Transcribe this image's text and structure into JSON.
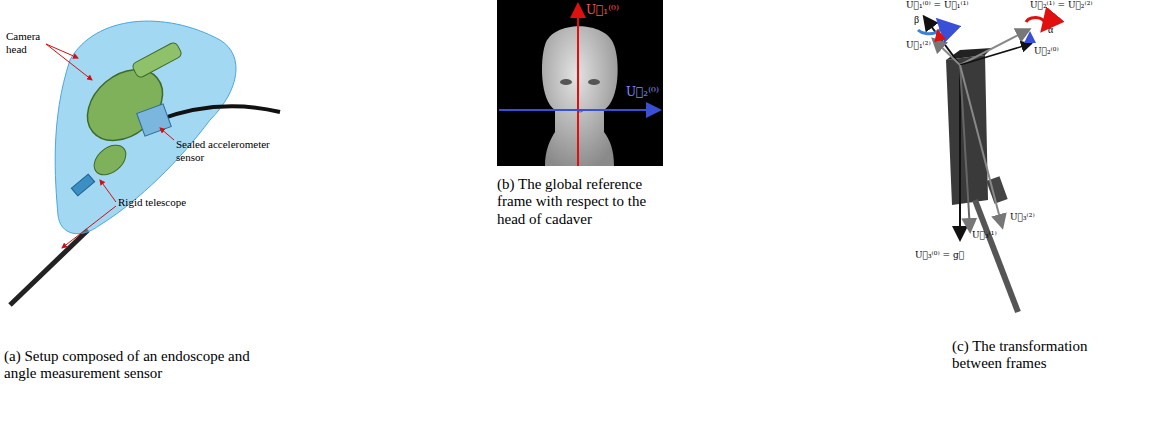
{
  "diagram": {
    "labels": [
      "Camera head",
      "Sealed accelerometer sensor",
      "Rigid telescope",
      "(a) Setup composed of an endoscope and angle measurement sensor",
      "U⃗₁⁽⁰⁾",
      "U⃗₂⁽⁰⁾",
      "(b) The global reference frame with respect to the head of cadaver",
      "U⃗₁⁽⁰⁾ = U⃗₁⁽¹⁾",
      "β",
      "U⃗₂⁽¹⁾ = U⃗₂⁽²⁾",
      "α",
      "U⃗₁⁽²⁾",
      "U⃗₂⁽⁰⁾",
      "U⃗₃⁽¹⁾",
      "U⃗₃⁽²⁾",
      "U⃗₃⁽⁰⁾ = g⃗",
      "(c) The transformation between frames"
    ]
  }
}
